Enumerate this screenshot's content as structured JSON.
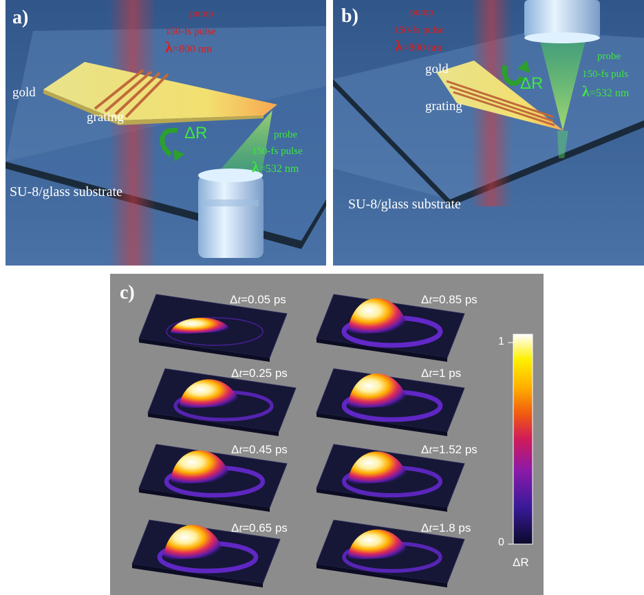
{
  "panel_a": {
    "letter": "a)",
    "pump": "pump",
    "pump_pulse": "150-fs pulse",
    "pump_lambda_sym": "λ",
    "pump_lambda_val": "=800 nm",
    "gold": "gold",
    "grating": "grating",
    "delta_r": "ΔR",
    "probe": "probe",
    "probe_pulse": "150-fs pulse",
    "probe_lambda_sym": "λ",
    "probe_lambda_val": "=532 nm",
    "substrate": "SU-8/glass substrate"
  },
  "panel_b": {
    "letter": "b)",
    "pump": "pump",
    "pump_pulse": "150-fs pulse",
    "pump_lambda_sym": "λ",
    "pump_lambda_val": "=800 nm",
    "gold": "gold",
    "grating": "grating",
    "delta_r": "ΔR",
    "probe": "probe",
    "probe_pulse": "150-fs puls",
    "probe_lambda_sym": "λ",
    "probe_lambda_val": "=532 nm",
    "substrate": "SU-8/glass substrate"
  },
  "panel_c": {
    "letter": "c)",
    "frames": [
      {
        "prefix": "Δ",
        "var": "t",
        "value": "=0.05 ps",
        "level": 0.15
      },
      {
        "prefix": "Δ",
        "var": "t",
        "value": "=0.85 ps",
        "level": 1.0
      },
      {
        "prefix": "Δ",
        "var": "t",
        "value": "=0.25 ps",
        "level": 0.7
      },
      {
        "prefix": "Δ",
        "var": "t",
        "value": "=1 ps",
        "level": 0.95
      },
      {
        "prefix": "Δ",
        "var": "t",
        "value": "=0.45 ps",
        "level": 0.9
      },
      {
        "prefix": "Δ",
        "var": "t",
        "value": "=1.52 ps",
        "level": 0.85
      },
      {
        "prefix": "Δ",
        "var": "t",
        "value": "=0.65 ps",
        "level": 0.95
      },
      {
        "prefix": "Δ",
        "var": "t",
        "value": "=1.8 ps",
        "level": 0.75
      }
    ],
    "colorbar": {
      "max_label": "1",
      "min_label": "0",
      "axis_label": "ΔR",
      "colors": [
        "#0a0a2a",
        "#3a1a9a",
        "#8a1aa8",
        "#d01a5a",
        "#f05a10",
        "#ffb000",
        "#fff000",
        "#ffffff"
      ]
    }
  }
}
